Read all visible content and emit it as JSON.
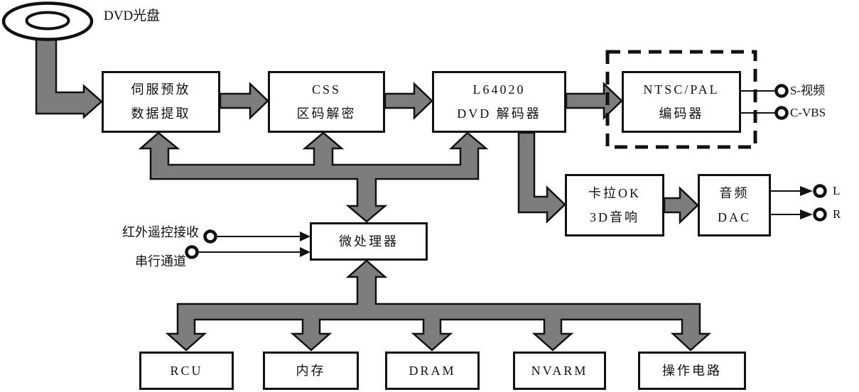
{
  "source_label": "DVD光盘",
  "blocks": {
    "servo": {
      "line1": "伺服预放",
      "line2": "数据提取"
    },
    "css": {
      "line1": "CSS",
      "line2": "区码解密"
    },
    "decoder": {
      "line1": "L64020",
      "line2": "DVD 解码器"
    },
    "encoder": {
      "line1": "NTSC/PAL",
      "line2": "编码器"
    },
    "karaoke": {
      "line1": "卡拉OK",
      "line2": "3D音响"
    },
    "dac": {
      "line1": "音频",
      "line2": "DAC"
    },
    "mcu": {
      "label": "微处理器"
    },
    "rcu": {
      "label": "RCU"
    },
    "memory": {
      "label": "内存"
    },
    "dram": {
      "label": "DRAM"
    },
    "nvarm": {
      "label": "NVARM"
    },
    "panel": {
      "label": "操作电路"
    }
  },
  "ports": {
    "s_video": "S-视频",
    "cvbs": "C-VBS",
    "audio_left": "L",
    "audio_right": "R",
    "ir_input": "红外遥控接收",
    "serial_input": "串行通道"
  },
  "colors": {
    "connector_gray": "#7d7d7d",
    "outline_black": "#111111",
    "background": "#ffffff"
  }
}
